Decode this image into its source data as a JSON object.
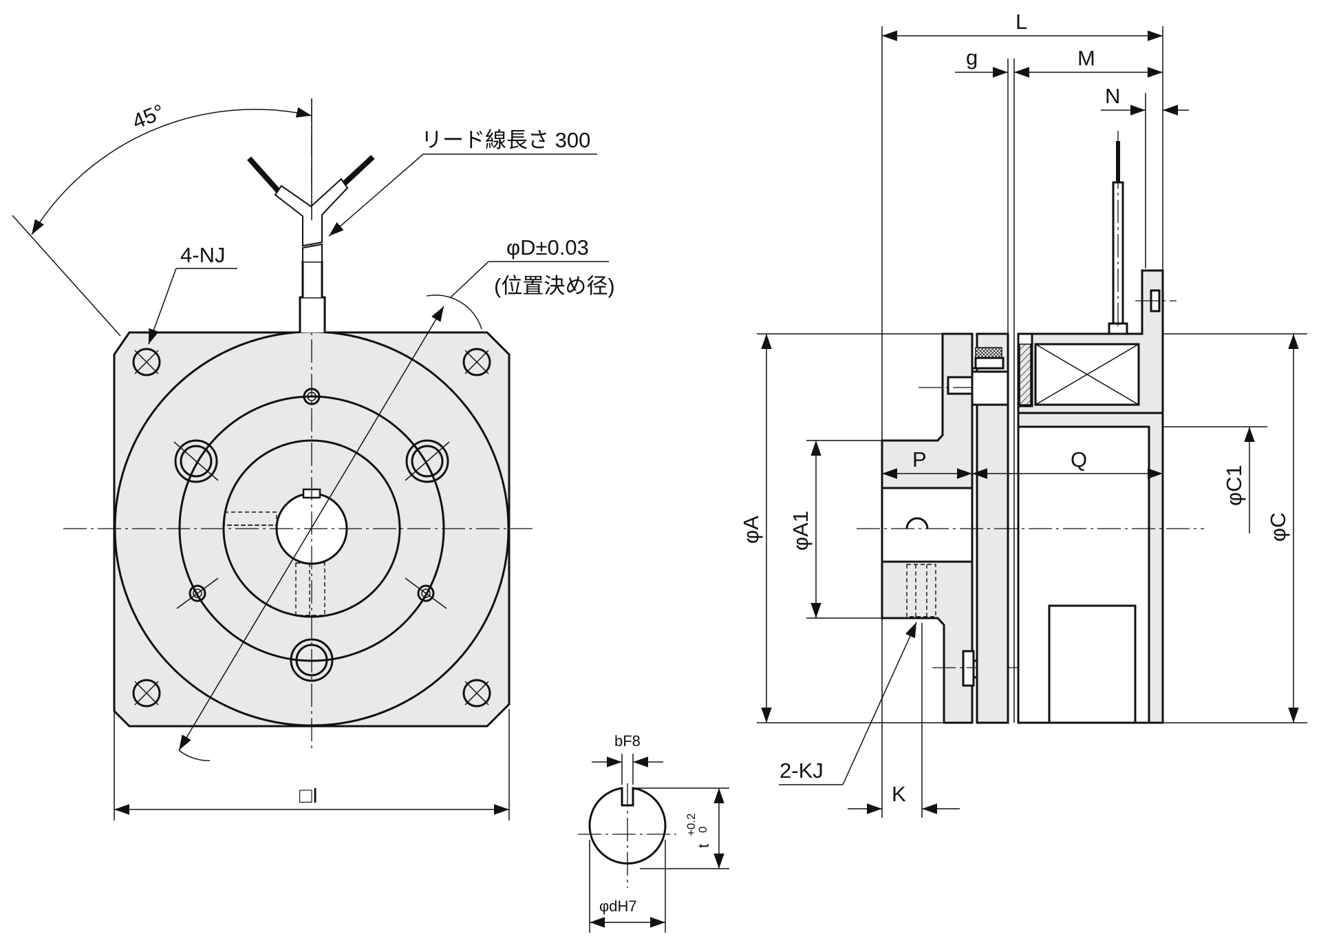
{
  "labels": {
    "angle": "45°",
    "lead_length": "リード線長さ 300",
    "mount_holes": "4-NJ",
    "pilot_diameter": "φD±0.03",
    "pilot_note": "(位置決め径)",
    "square": "□I",
    "dim_L": "L",
    "dim_g": "g",
    "dim_M": "M",
    "dim_N": "N",
    "dim_P": "P",
    "dim_Q": "Q",
    "dim_A": "φA",
    "dim_A1": "φA1",
    "dim_C": "φC",
    "dim_C1": "φC1",
    "dim_K": "K",
    "screws": "2-KJ",
    "keyway_width": "bF8",
    "bore": "φdH7",
    "keyway_depth": "t",
    "tol_upper": "+0.2",
    "tol_lower": "0"
  }
}
